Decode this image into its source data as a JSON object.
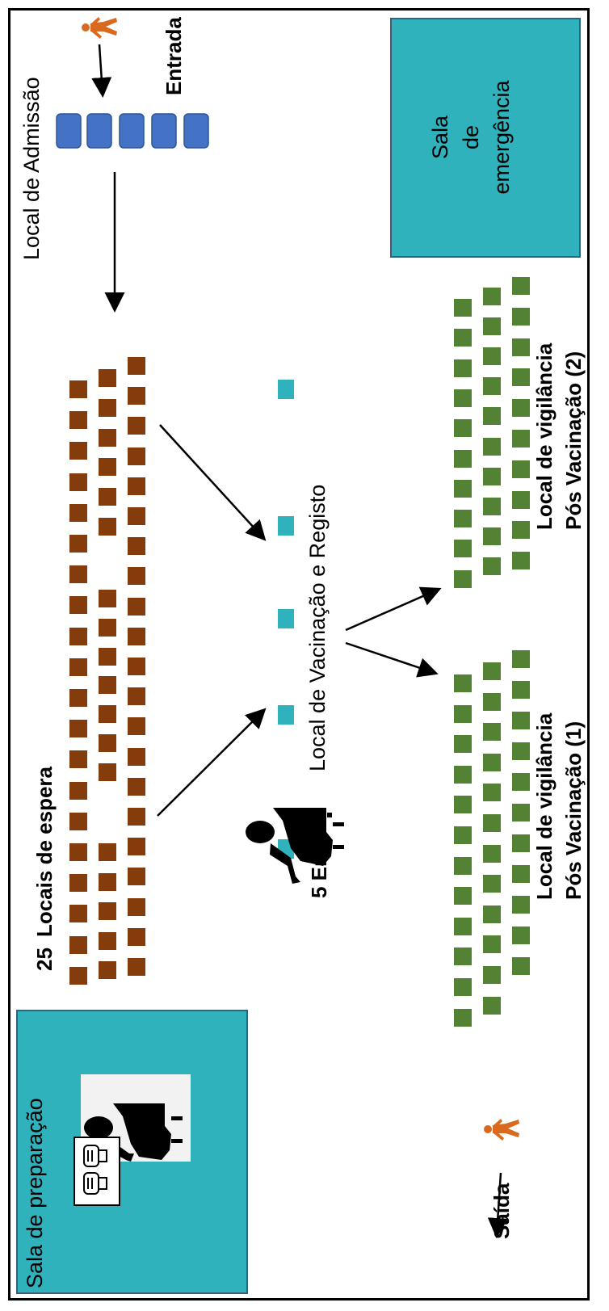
{
  "labels": {
    "preparation_room": "Sala de preparação",
    "admission": "Local de Admissão",
    "entrance": "Entrada",
    "emergency_room": [
      "Sala",
      "de",
      "emergência"
    ],
    "waiting_count": "25",
    "waiting_area": "Locais de espera",
    "vaccination_area": "Local de Vacinação e Registo",
    "nurses": "5 Enf.",
    "surveillance_1": [
      "Local de vigilância",
      "Pós Vacinação (1)"
    ],
    "surveillance_2": [
      "Local de vigilância",
      "Pós Vacinação (2)"
    ],
    "exit": "Saída"
  },
  "colors": {
    "room_fill": "#2fb2bb",
    "admission_seat": "#4472c4",
    "waiting_seat": "#843c0c",
    "vaccination_seat": "#2fb2bb",
    "surveillance_seat": "#548235",
    "person": "#d9691f"
  },
  "icons": [
    "walking-person-icon",
    "nurse-icon",
    "vaccine-vial-icon",
    "arrow-icon"
  ]
}
